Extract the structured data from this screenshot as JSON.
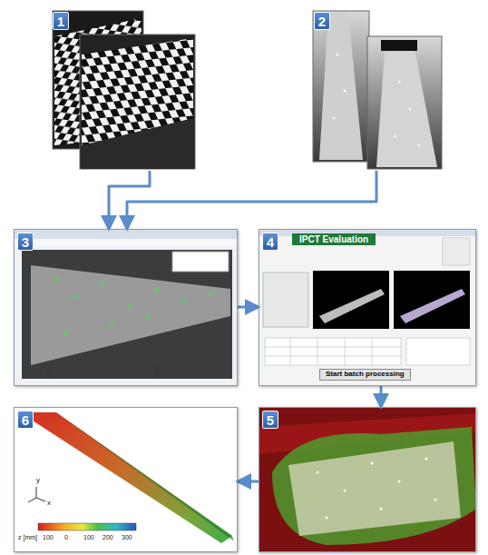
{
  "diagram": {
    "nodes": [
      {
        "text": [
          "1"
        ]
      },
      {
        "text": [
          "2"
        ]
      },
      {
        "text": [
          "3"
        ]
      },
      {
        "text": [
          "4"
        ]
      },
      {
        "text": [
          "5"
        ]
      },
      {
        "text": [
          "6"
        ]
      }
    ],
    "edges": [
      {
        "from": 0,
        "to": 2,
        "arrow": "to"
      },
      {
        "from": 1,
        "to": 2,
        "arrow": "to"
      },
      {
        "from": 2,
        "to": 3,
        "arrow": "to"
      },
      {
        "from": 3,
        "to": 4,
        "arrow": "to"
      },
      {
        "from": 4,
        "to": 5,
        "arrow": "to"
      }
    ],
    "labels": [
      "IPCT Evaluation",
      "Start batch processing",
      "y",
      "x",
      "z [mm]",
      "100",
      "0",
      "100",
      "200",
      "300"
    ]
  }
}
